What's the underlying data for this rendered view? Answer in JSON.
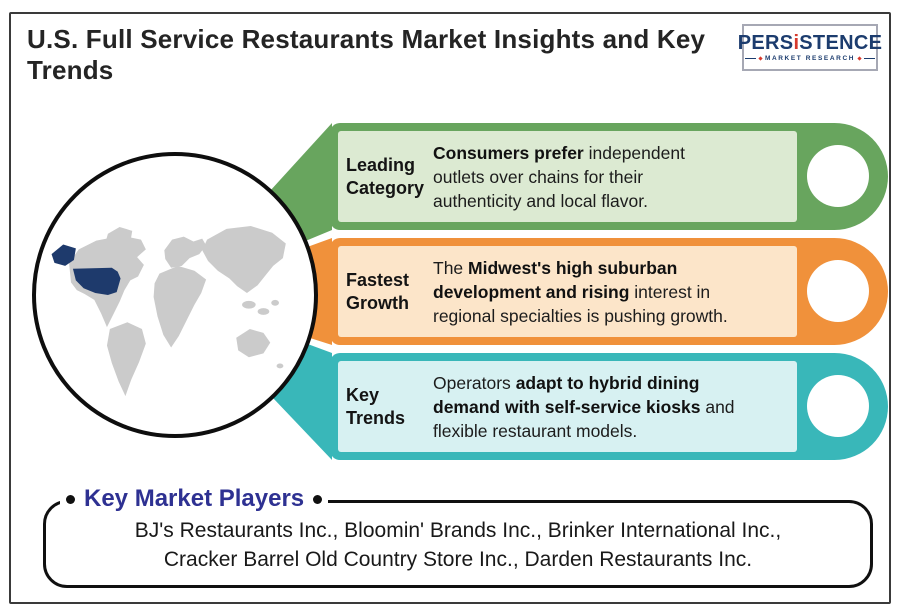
{
  "header": {
    "title": "U.S. Full Service Restaurants Market Insights and Key\nTrends",
    "logo": {
      "brand_pre": "PERS",
      "brand_i": "i",
      "brand_post": "STENCE",
      "subtitle": "MARKET RESEARCH"
    }
  },
  "colors": {
    "green": "#68a55e",
    "green_light": "#dcead2",
    "orange": "#f0913b",
    "orange_light": "#fce5c9",
    "teal": "#39b7b9",
    "teal_light": "#d7f1f2",
    "map_gray": "#cbcbcb",
    "us_navy": "#1e3a6c",
    "kmp_title_navy": "#2e3192"
  },
  "insights": [
    {
      "label": "Leading\nCategory",
      "color": "#68a55e",
      "color_light": "#dcead2",
      "segments": [
        {
          "text": "Consumers prefer ",
          "bold": true
        },
        {
          "text": "independent\noutlets over chains for their\nauthenticity and local flavor.",
          "bold": false
        }
      ]
    },
    {
      "label": "Fastest\nGrowth",
      "color": "#f0913b",
      "color_light": "#fce5c9",
      "segments": [
        {
          "text": "The ",
          "bold": false
        },
        {
          "text": "Midwest's high suburban\ndevelopment and rising ",
          "bold": true
        },
        {
          "text": "interest in\nregional specialties is pushing growth.",
          "bold": false
        }
      ]
    },
    {
      "label": "Key\nTrends",
      "color": "#39b7b9",
      "color_light": "#d7f1f2",
      "segments": [
        {
          "text": "Operators ",
          "bold": false
        },
        {
          "text": "adapt to hybrid dining\ndemand with self-service kiosks ",
          "bold": true
        },
        {
          "text": "and\nflexible restaurant models.",
          "bold": false
        }
      ]
    }
  ],
  "key_market_players": {
    "title": "Key Market Players",
    "lines": [
      "BJ's Restaurants Inc., Bloomin' Brands Inc., Brinker International Inc.,",
      "Cracker Barrel Old Country Store Inc., Darden Restaurants Inc."
    ]
  }
}
